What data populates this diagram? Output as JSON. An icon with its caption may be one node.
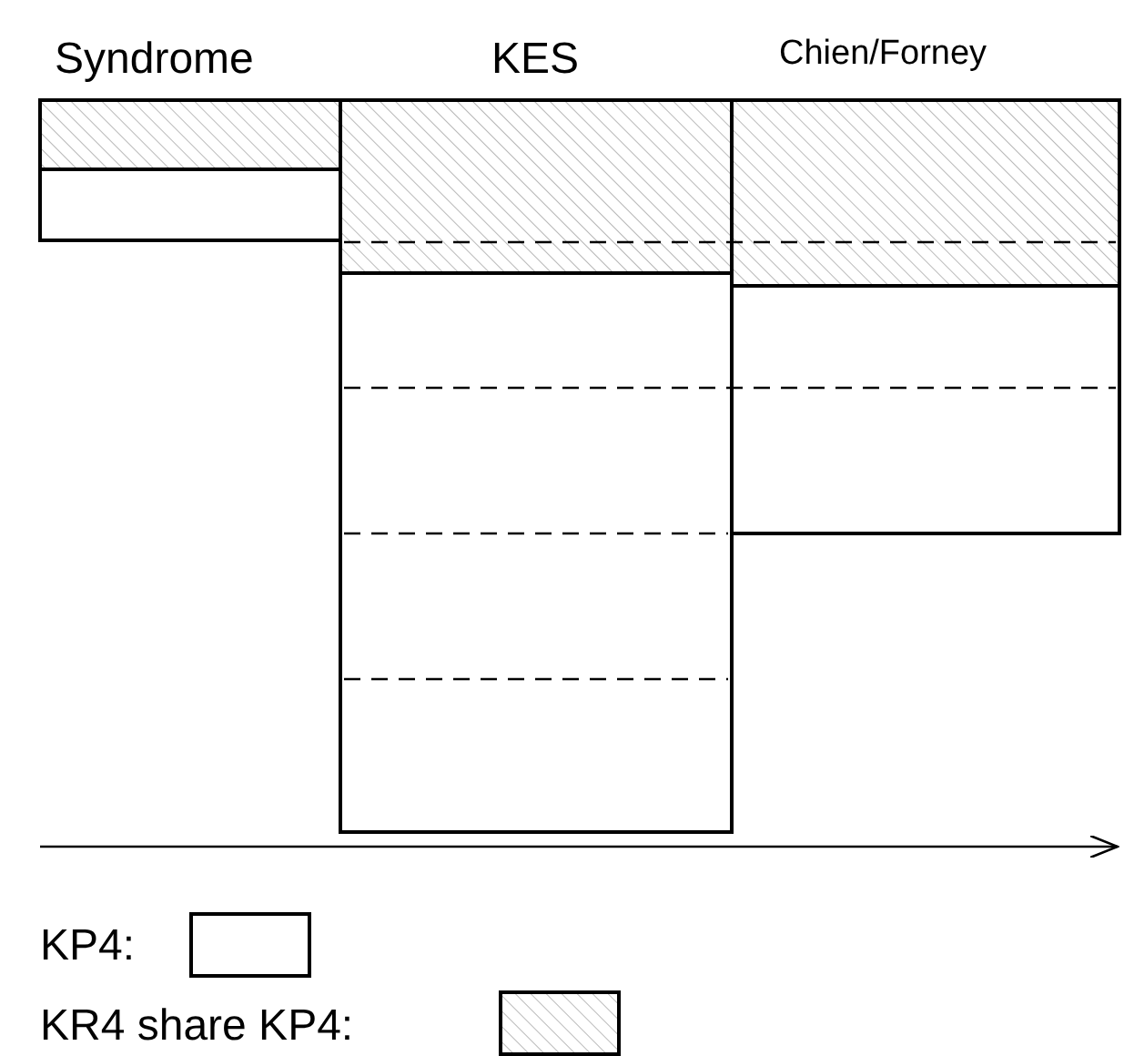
{
  "diagram": {
    "labels": [
      "Syndrome",
      "KES",
      "Chien/Forney"
    ],
    "legend": [
      {
        "text": "KP4:"
      },
      {
        "text": "KR4 share KP4:"
      }
    ]
  }
}
